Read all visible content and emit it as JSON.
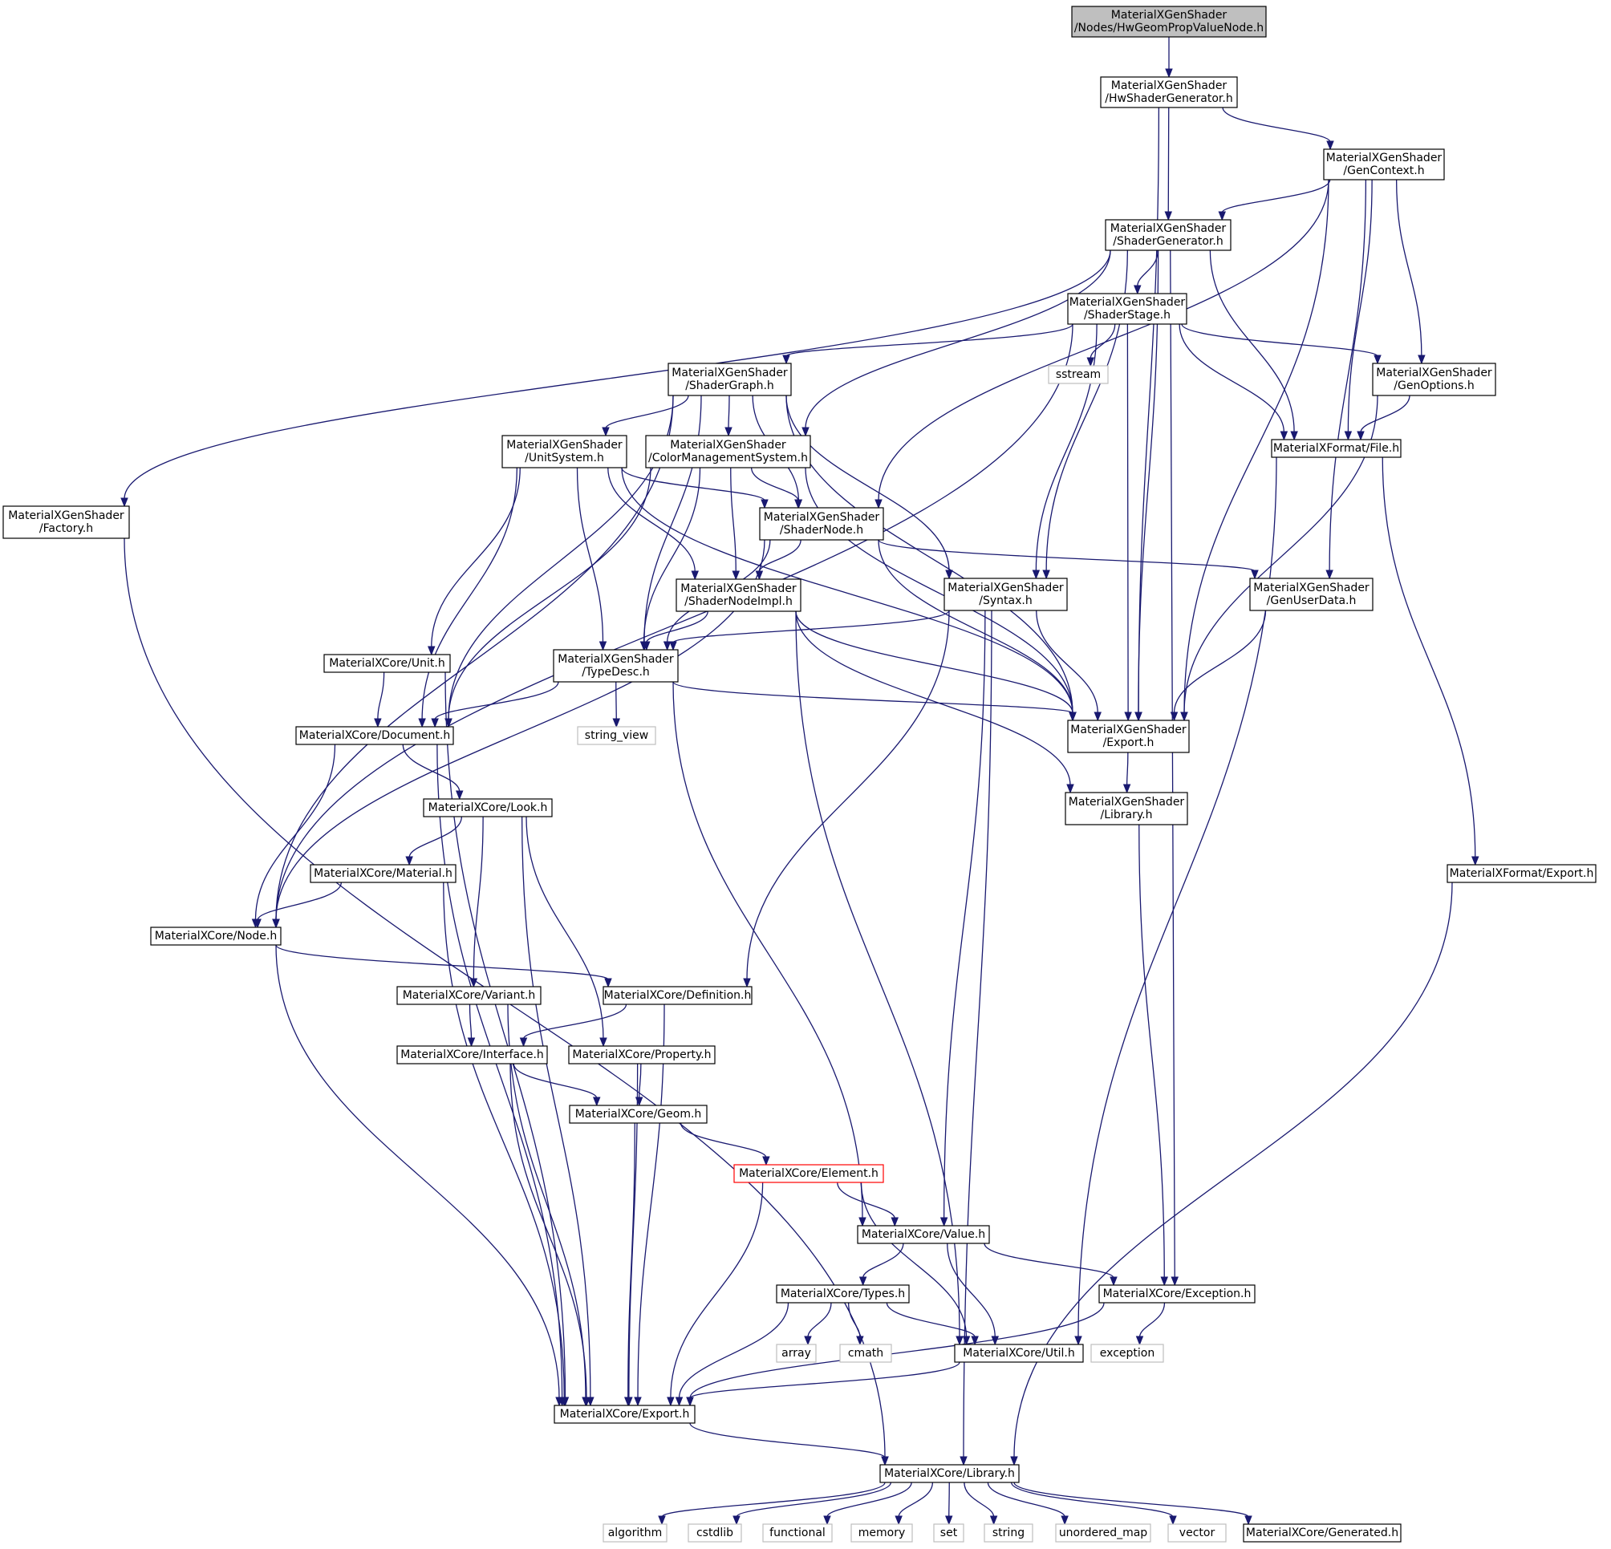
{
  "colors": {
    "edge": "#191970",
    "root_fill": "#bfbfbf",
    "truncated_border": "#ff0000",
    "system_border": "#bfbfbf"
  },
  "nodes": [
    {
      "id": "root",
      "lines": [
        "MaterialXGenShader",
        "/Nodes/HwGeomPropValueNode.h"
      ],
      "kind": "root"
    },
    {
      "id": "hwsg",
      "lines": [
        "MaterialXGenShader",
        "/HwShaderGenerator.h"
      ],
      "kind": "normal"
    },
    {
      "id": "genctx",
      "lines": [
        "MaterialXGenShader",
        "/GenContext.h"
      ],
      "kind": "normal"
    },
    {
      "id": "shgen",
      "lines": [
        "MaterialXGenShader",
        "/ShaderGenerator.h"
      ],
      "kind": "normal"
    },
    {
      "id": "shstage",
      "lines": [
        "MaterialXGenShader",
        "/ShaderStage.h"
      ],
      "kind": "normal"
    },
    {
      "id": "sstream",
      "lines": [
        "sstream"
      ],
      "kind": "system"
    },
    {
      "id": "genopt",
      "lines": [
        "MaterialXGenShader",
        "/GenOptions.h"
      ],
      "kind": "normal"
    },
    {
      "id": "shgraph",
      "lines": [
        "MaterialXGenShader",
        "/ShaderGraph.h"
      ],
      "kind": "normal"
    },
    {
      "id": "filefmt",
      "lines": [
        "MaterialXFormat/File.h"
      ],
      "kind": "normal"
    },
    {
      "id": "unitsys",
      "lines": [
        "MaterialXGenShader",
        "/UnitSystem.h"
      ],
      "kind": "normal"
    },
    {
      "id": "cms",
      "lines": [
        "MaterialXGenShader",
        "/ColorManagementSystem.h"
      ],
      "kind": "normal"
    },
    {
      "id": "factory",
      "lines": [
        "MaterialXGenShader",
        "/Factory.h"
      ],
      "kind": "normal"
    },
    {
      "id": "shnode",
      "lines": [
        "MaterialXGenShader",
        "/ShaderNode.h"
      ],
      "kind": "normal"
    },
    {
      "id": "syntax",
      "lines": [
        "MaterialXGenShader",
        "/Syntax.h"
      ],
      "kind": "normal"
    },
    {
      "id": "gud",
      "lines": [
        "MaterialXGenShader",
        "/GenUserData.h"
      ],
      "kind": "normal"
    },
    {
      "id": "snimpl",
      "lines": [
        "MaterialXGenShader",
        "/ShaderNodeImpl.h"
      ],
      "kind": "normal"
    },
    {
      "id": "unit",
      "lines": [
        "MaterialXCore/Unit.h"
      ],
      "kind": "normal"
    },
    {
      "id": "typedesc",
      "lines": [
        "MaterialXGenShader",
        "/TypeDesc.h"
      ],
      "kind": "normal"
    },
    {
      "id": "gsexport",
      "lines": [
        "MaterialXGenShader",
        "/Export.h"
      ],
      "kind": "normal"
    },
    {
      "id": "document",
      "lines": [
        "MaterialXCore/Document.h"
      ],
      "kind": "normal"
    },
    {
      "id": "strview",
      "lines": [
        "string_view"
      ],
      "kind": "system"
    },
    {
      "id": "gslib",
      "lines": [
        "MaterialXGenShader",
        "/Library.h"
      ],
      "kind": "normal"
    },
    {
      "id": "look",
      "lines": [
        "MaterialXCore/Look.h"
      ],
      "kind": "normal"
    },
    {
      "id": "material",
      "lines": [
        "MaterialXCore/Material.h"
      ],
      "kind": "normal"
    },
    {
      "id": "fmtexport",
      "lines": [
        "MaterialXFormat/Export.h"
      ],
      "kind": "normal"
    },
    {
      "id": "node",
      "lines": [
        "MaterialXCore/Node.h"
      ],
      "kind": "normal"
    },
    {
      "id": "variant",
      "lines": [
        "MaterialXCore/Variant.h"
      ],
      "kind": "normal"
    },
    {
      "id": "definition",
      "lines": [
        "MaterialXCore/Definition.h"
      ],
      "kind": "normal"
    },
    {
      "id": "interface",
      "lines": [
        "MaterialXCore/Interface.h"
      ],
      "kind": "normal"
    },
    {
      "id": "property",
      "lines": [
        "MaterialXCore/Property.h"
      ],
      "kind": "normal"
    },
    {
      "id": "geom",
      "lines": [
        "MaterialXCore/Geom.h"
      ],
      "kind": "normal"
    },
    {
      "id": "element",
      "lines": [
        "MaterialXCore/Element.h"
      ],
      "kind": "truncated"
    },
    {
      "id": "value",
      "lines": [
        "MaterialXCore/Value.h"
      ],
      "kind": "normal"
    },
    {
      "id": "types",
      "lines": [
        "MaterialXCore/Types.h"
      ],
      "kind": "normal"
    },
    {
      "id": "exception",
      "lines": [
        "MaterialXCore/Exception.h"
      ],
      "kind": "normal"
    },
    {
      "id": "array",
      "lines": [
        "array"
      ],
      "kind": "system"
    },
    {
      "id": "cmath",
      "lines": [
        "cmath"
      ],
      "kind": "system"
    },
    {
      "id": "util",
      "lines": [
        "MaterialXCore/Util.h"
      ],
      "kind": "normal"
    },
    {
      "id": "exceptionsys",
      "lines": [
        "exception"
      ],
      "kind": "system"
    },
    {
      "id": "coreexport",
      "lines": [
        "MaterialXCore/Export.h"
      ],
      "kind": "normal"
    },
    {
      "id": "corelib",
      "lines": [
        "MaterialXCore/Library.h"
      ],
      "kind": "normal"
    },
    {
      "id": "algorithm",
      "lines": [
        "algorithm"
      ],
      "kind": "system"
    },
    {
      "id": "cstdlib",
      "lines": [
        "cstdlib"
      ],
      "kind": "system"
    },
    {
      "id": "functional",
      "lines": [
        "functional"
      ],
      "kind": "system"
    },
    {
      "id": "memory",
      "lines": [
        "memory"
      ],
      "kind": "system"
    },
    {
      "id": "set",
      "lines": [
        "set"
      ],
      "kind": "system"
    },
    {
      "id": "string",
      "lines": [
        "string"
      ],
      "kind": "system"
    },
    {
      "id": "umap",
      "lines": [
        "unordered_map"
      ],
      "kind": "system"
    },
    {
      "id": "vector",
      "lines": [
        "vector"
      ],
      "kind": "system"
    },
    {
      "id": "generated",
      "lines": [
        "MaterialXCore/Generated.h"
      ],
      "kind": "normal"
    }
  ],
  "edges": [
    [
      "root",
      "hwsg"
    ],
    [
      "hwsg",
      "genctx"
    ],
    [
      "hwsg",
      "shgen"
    ],
    [
      "hwsg",
      "gsexport"
    ],
    [
      "genctx",
      "shgen"
    ],
    [
      "genctx",
      "shnode"
    ],
    [
      "genctx",
      "gud"
    ],
    [
      "genctx",
      "genopt"
    ],
    [
      "genctx",
      "filefmt"
    ],
    [
      "genctx",
      "gsexport"
    ],
    [
      "shgen",
      "factory"
    ],
    [
      "shgen",
      "shstage"
    ],
    [
      "shgen",
      "cms"
    ],
    [
      "shgen",
      "syntax"
    ],
    [
      "shgen",
      "gsexport"
    ],
    [
      "shgen",
      "filefmt"
    ],
    [
      "shgen",
      "exception"
    ],
    [
      "shstage",
      "shgraph"
    ],
    [
      "shstage",
      "sstream"
    ],
    [
      "shstage",
      "genopt"
    ],
    [
      "shstage",
      "filefmt"
    ],
    [
      "shstage",
      "syntax"
    ],
    [
      "shstage",
      "gsexport"
    ],
    [
      "shstage",
      "node"
    ],
    [
      "genopt",
      "filefmt"
    ],
    [
      "genopt",
      "gsexport"
    ],
    [
      "filefmt",
      "fmtexport"
    ],
    [
      "filefmt",
      "util"
    ],
    [
      "shgraph",
      "unitsys"
    ],
    [
      "shgraph",
      "cms"
    ],
    [
      "shgraph",
      "shnode"
    ],
    [
      "shgraph",
      "syntax"
    ],
    [
      "shgraph",
      "typedesc"
    ],
    [
      "shgraph",
      "document"
    ],
    [
      "shgraph",
      "node"
    ],
    [
      "shgraph",
      "gsexport"
    ],
    [
      "unitsys",
      "shnode"
    ],
    [
      "unitsys",
      "snimpl"
    ],
    [
      "unitsys",
      "typedesc"
    ],
    [
      "unitsys",
      "unit"
    ],
    [
      "unitsys",
      "document"
    ],
    [
      "unitsys",
      "gsexport"
    ],
    [
      "cms",
      "shnode"
    ],
    [
      "cms",
      "snimpl"
    ],
    [
      "cms",
      "typedesc"
    ],
    [
      "cms",
      "document"
    ],
    [
      "cms",
      "gsexport"
    ],
    [
      "factory",
      "corelib"
    ],
    [
      "shnode",
      "snimpl"
    ],
    [
      "shnode",
      "typedesc"
    ],
    [
      "shnode",
      "gud"
    ],
    [
      "shnode",
      "gsexport"
    ],
    [
      "shnode",
      "node"
    ],
    [
      "syntax",
      "typedesc"
    ],
    [
      "syntax",
      "gsexport"
    ],
    [
      "syntax",
      "definition"
    ],
    [
      "syntax",
      "value"
    ],
    [
      "syntax",
      "corelib"
    ],
    [
      "gud",
      "gsexport"
    ],
    [
      "snimpl",
      "typedesc"
    ],
    [
      "snimpl",
      "gsexport"
    ],
    [
      "snimpl",
      "gslib"
    ],
    [
      "snimpl",
      "util"
    ],
    [
      "unit",
      "document"
    ],
    [
      "unit",
      "coreexport"
    ],
    [
      "typedesc",
      "strview"
    ],
    [
      "typedesc",
      "gsexport"
    ],
    [
      "typedesc",
      "document"
    ],
    [
      "typedesc",
      "value"
    ],
    [
      "gsexport",
      "gslib"
    ],
    [
      "gslib",
      "exception"
    ],
    [
      "document",
      "look"
    ],
    [
      "document",
      "node"
    ],
    [
      "document",
      "coreexport"
    ],
    [
      "look",
      "material"
    ],
    [
      "look",
      "variant"
    ],
    [
      "look",
      "property"
    ],
    [
      "look",
      "coreexport"
    ],
    [
      "material",
      "node"
    ],
    [
      "material",
      "coreexport"
    ],
    [
      "fmtexport",
      "corelib"
    ],
    [
      "node",
      "definition"
    ],
    [
      "node",
      "coreexport"
    ],
    [
      "variant",
      "interface"
    ],
    [
      "variant",
      "coreexport"
    ],
    [
      "definition",
      "interface"
    ],
    [
      "definition",
      "coreexport"
    ],
    [
      "interface",
      "geom"
    ],
    [
      "interface",
      "coreexport"
    ],
    [
      "property",
      "geom"
    ],
    [
      "property",
      "coreexport"
    ],
    [
      "geom",
      "element"
    ],
    [
      "geom",
      "coreexport"
    ],
    [
      "element",
      "value"
    ],
    [
      "element",
      "util"
    ],
    [
      "element",
      "coreexport"
    ],
    [
      "value",
      "types"
    ],
    [
      "value",
      "util"
    ],
    [
      "value",
      "exception"
    ],
    [
      "types",
      "array"
    ],
    [
      "types",
      "cmath"
    ],
    [
      "types",
      "util"
    ],
    [
      "types",
      "coreexport"
    ],
    [
      "exception",
      "exceptionsys"
    ],
    [
      "exception",
      "coreexport"
    ],
    [
      "util",
      "coreexport"
    ],
    [
      "coreexport",
      "corelib"
    ],
    [
      "corelib",
      "algorithm"
    ],
    [
      "corelib",
      "cstdlib"
    ],
    [
      "corelib",
      "functional"
    ],
    [
      "corelib",
      "memory"
    ],
    [
      "corelib",
      "set"
    ],
    [
      "corelib",
      "string"
    ],
    [
      "corelib",
      "umap"
    ],
    [
      "corelib",
      "vector"
    ],
    [
      "corelib",
      "generated"
    ]
  ]
}
